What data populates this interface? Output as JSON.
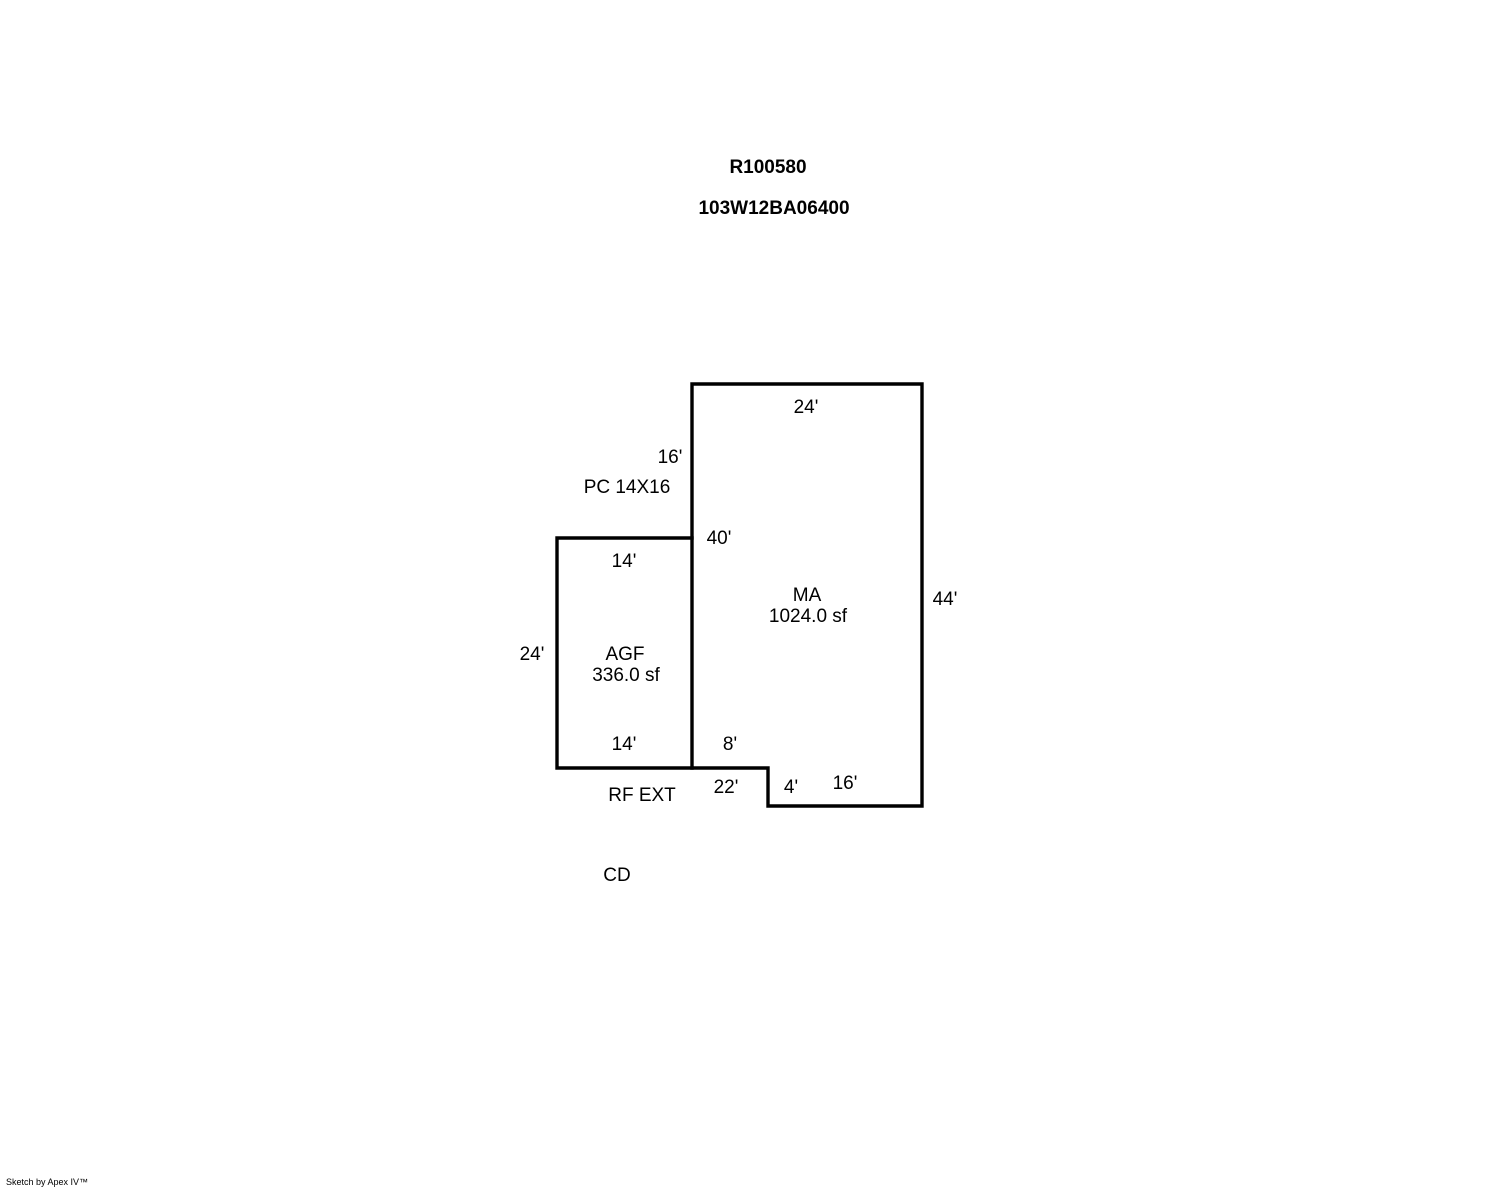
{
  "header": {
    "account": "R100580",
    "map_tax_lot": "103W12BA06400"
  },
  "areas": {
    "main": {
      "code": "MA",
      "area": "1024.0 sf"
    },
    "garage": {
      "code": "AGF",
      "area": "336.0 sf"
    }
  },
  "dimensions": {
    "ma_top": "24'",
    "ma_right": "44'",
    "ma_left_lower": "40'",
    "ma_left_upper": "16'",
    "ma_bottom": "16'",
    "ma_notch_vertical": "4'",
    "ma_notch_horizontal": "8'",
    "notch_bottom": "22'",
    "agf_top": "14'",
    "agf_bottom": "14'",
    "agf_left": "24'"
  },
  "labels": {
    "patio": "PC 14X16",
    "roof_extension": "RF EXT",
    "covered_deck": "CD"
  },
  "footer": {
    "credit": "Sketch by Apex IV™"
  }
}
